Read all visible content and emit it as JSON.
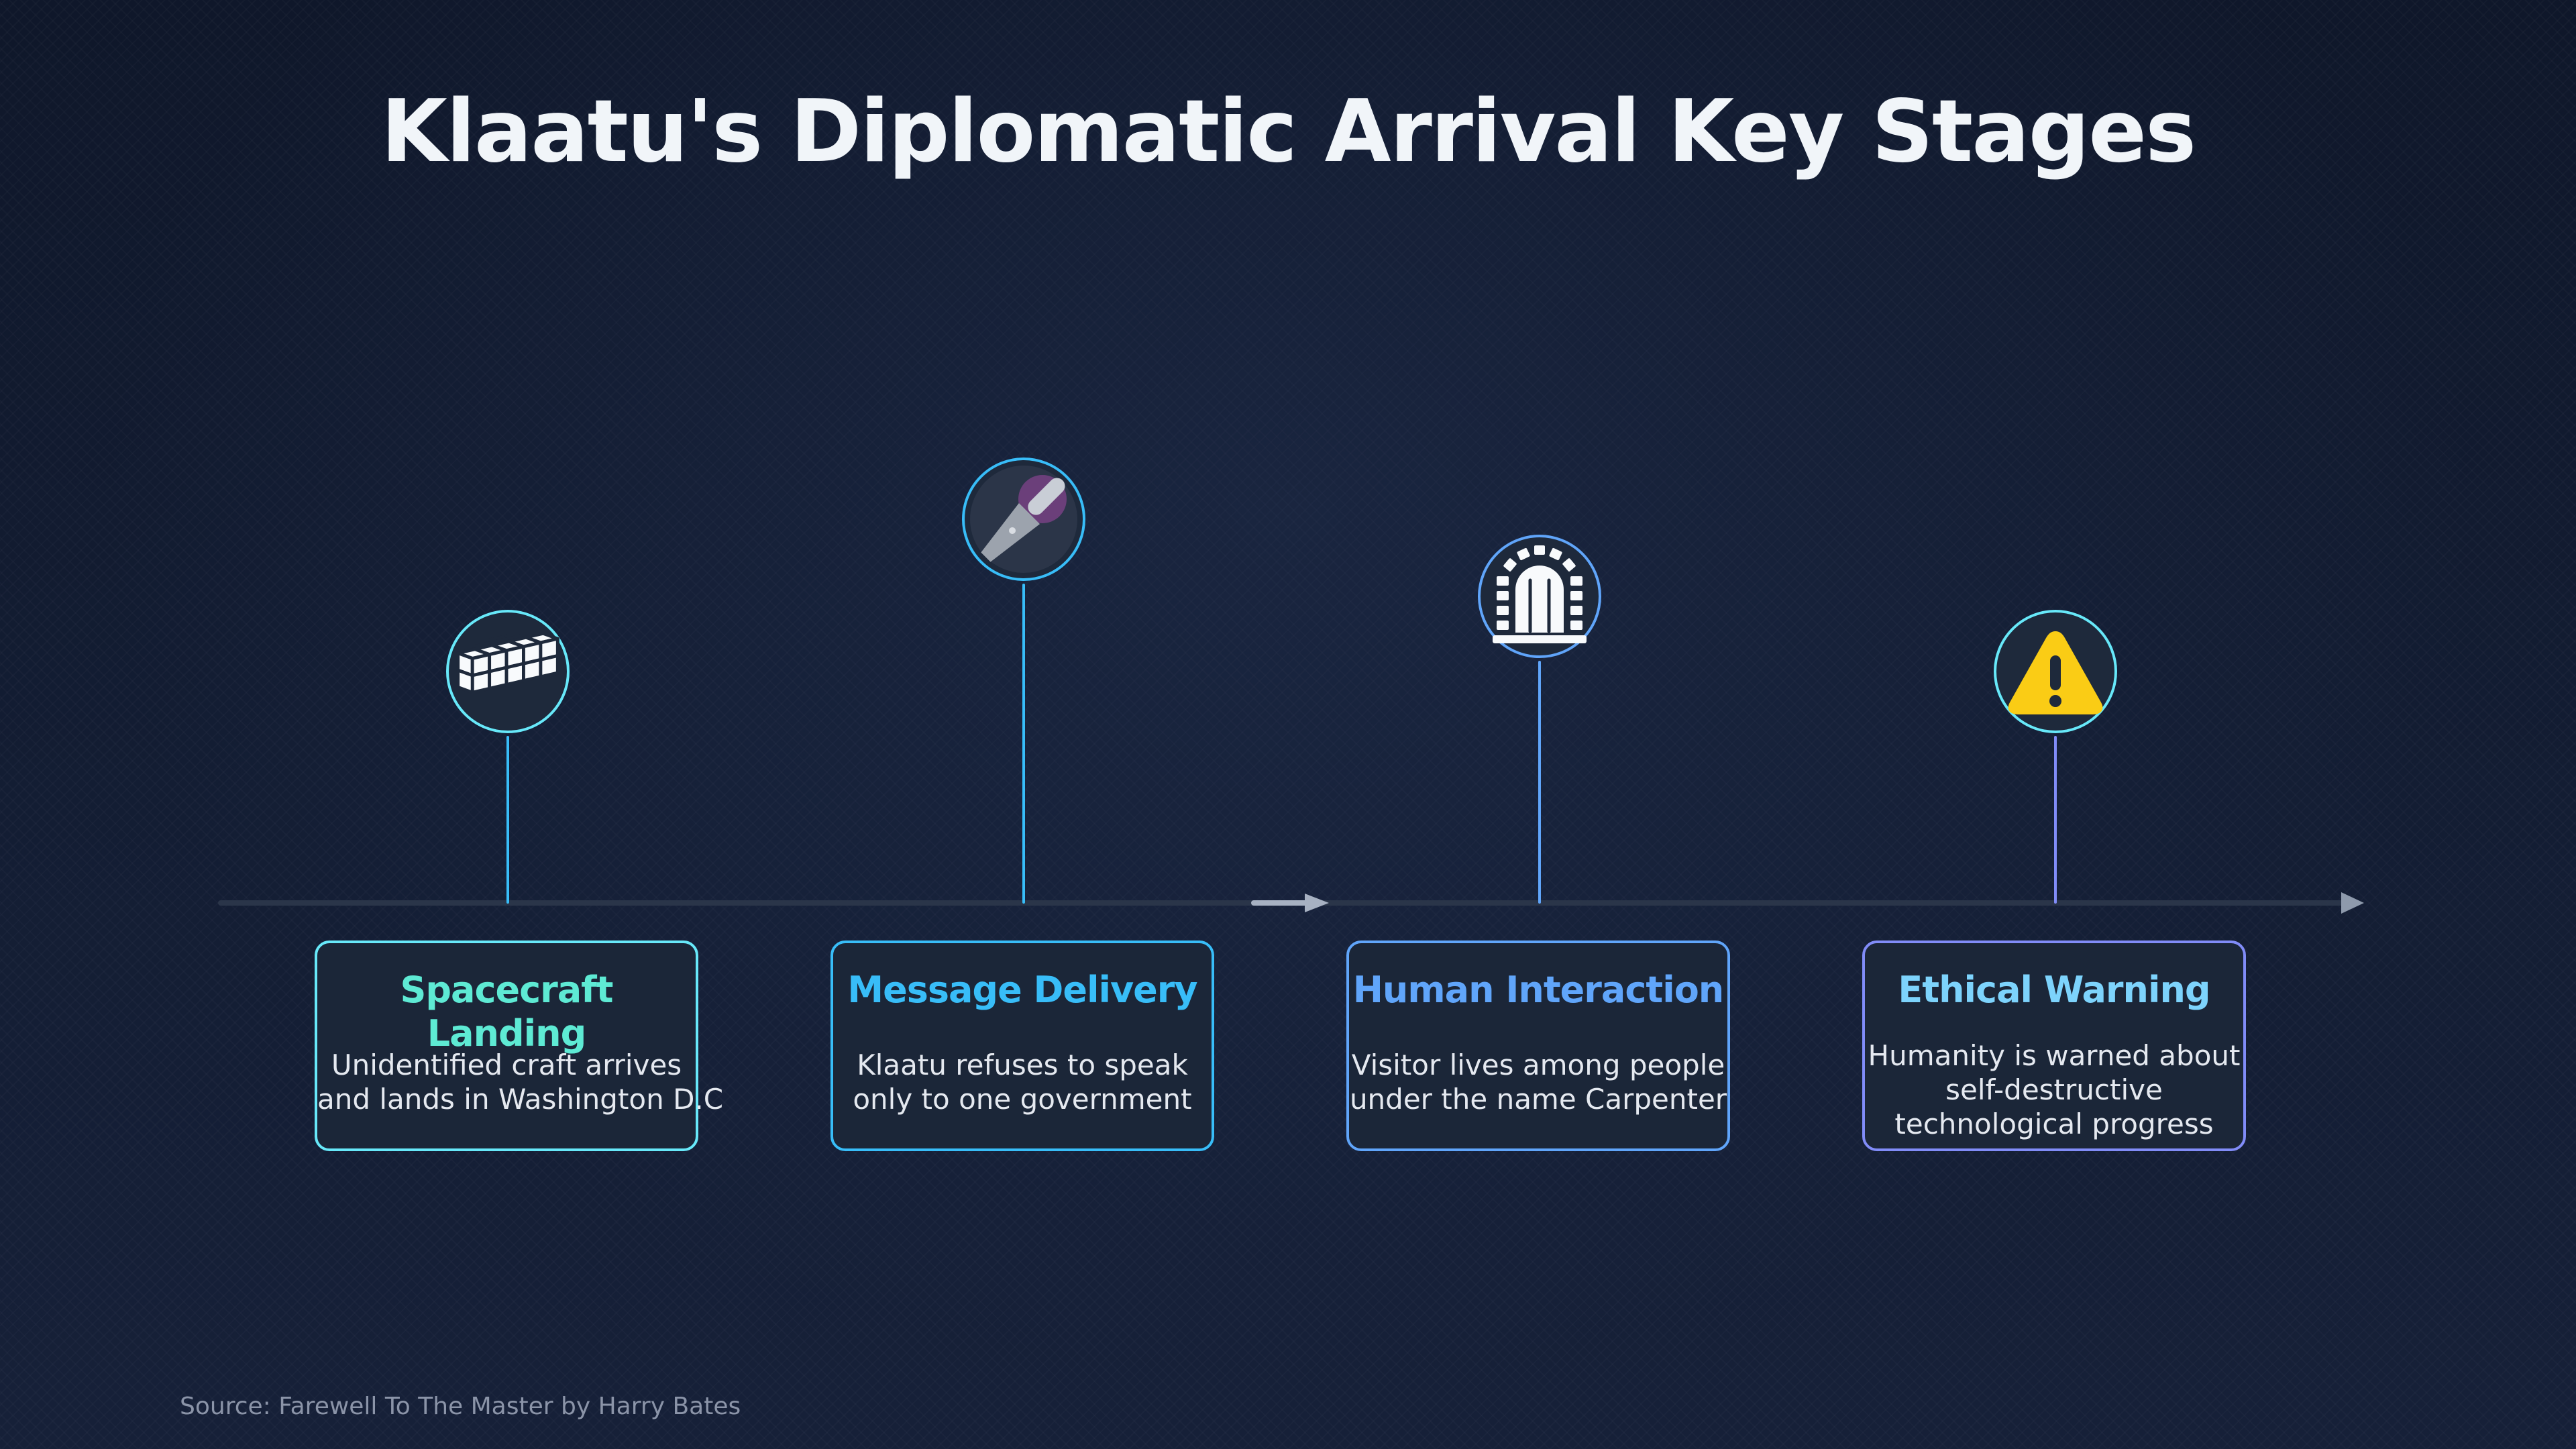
{
  "title": "Klaatu's Diplomatic Arrival Key Stages",
  "stages": [
    {
      "title": "Spacecraft Landing",
      "desc_lines": [
        "Unidentified craft arrives",
        "and lands in Washington D.C"
      ],
      "icon": "bricks-icon",
      "accent": "#67e8f9",
      "title_color": "#5eead4"
    },
    {
      "title": "Message Delivery",
      "desc_lines": [
        "Klaatu refuses to speak",
        "only to one government"
      ],
      "icon": "microphone-icon",
      "accent": "#38bdf8",
      "title_color": "#38bdf8"
    },
    {
      "title": "Human Interaction",
      "desc_lines": [
        "Visitor lives among people",
        "under the name Carpenter"
      ],
      "icon": "arched-doorway-icon",
      "accent": "#60a5fa",
      "title_color": "#60a5fa"
    },
    {
      "title": "Ethical Warning",
      "desc_lines": [
        "Humanity is warned about",
        "self-destructive",
        "technological progress"
      ],
      "icon": "warning-icon",
      "accent": "#818cf8",
      "title_color": "#7dd3fc"
    }
  ],
  "source": "Source: Farewell To The Master by Harry Bates"
}
